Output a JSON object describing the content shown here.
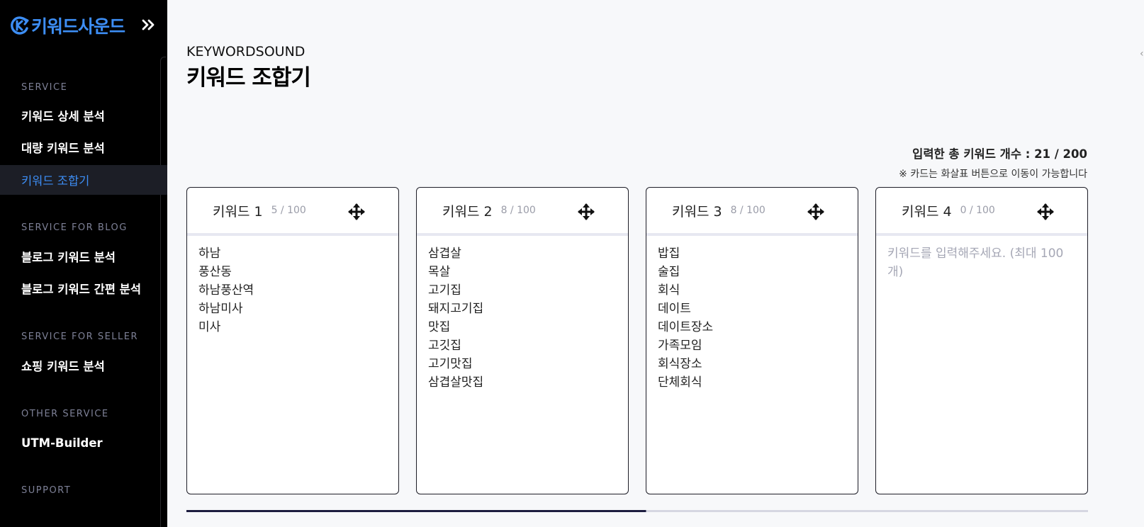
{
  "sidebar": {
    "logo_text": "키워드사운드",
    "sections": [
      {
        "label": "SERVICE"
      },
      {
        "label": "SERVICE FOR BLOG"
      },
      {
        "label": "SERVICE FOR SELLER"
      },
      {
        "label": "OTHER SERVICE"
      },
      {
        "label": "SUPPORT"
      }
    ],
    "items": [
      {
        "label": "키워드 상세 분석"
      },
      {
        "label": "대량 키워드 분석"
      },
      {
        "label": "키워드 조합기"
      },
      {
        "label": "블로그 키워드 분석"
      },
      {
        "label": "블로그 키워드 간편 분석"
      },
      {
        "label": "쇼핑 키워드 분석"
      },
      {
        "label": "UTM-Builder"
      }
    ],
    "active_item": "키워드 조합기"
  },
  "main": {
    "brand": "KEYWORDSOUND",
    "title": "키워드 조합기",
    "total_count": "입력한 총 키워드 개수 : 21 / 200",
    "move_hint": "※ 카드는 화살표 버튼으로 이동이 가능합니다"
  },
  "cards": [
    {
      "title": "키워드 1",
      "count": "5 / 100",
      "value": "하남\n풍산동\n하남풍산역\n하남미사\n미사",
      "placeholder": "키워드를 입력해주세요. (최대 100개)"
    },
    {
      "title": "키워드 2",
      "count": "8 / 100",
      "value": "삼겹살\n목살\n고기집\n돼지고기집\n맛집\n고깃집\n고기맛집\n삼겹살맛집",
      "placeholder": "키워드를 입력해주세요. (최대 100개)"
    },
    {
      "title": "키워드 3",
      "count": "8 / 100",
      "value": "밥집\n술집\n회식\n데이트\n데이트장소\n가족모임\n회식장소\n단체회식",
      "placeholder": "키워드를 입력해주세요. (최대 100개)"
    },
    {
      "title": "키워드 4",
      "count": "0 / 100",
      "value": "",
      "placeholder": "키워드를 입력해주세요. (최대 100개)"
    }
  ],
  "colors": {
    "accent": "#3d8ef5",
    "sidebar_bg": "#000000",
    "active_bg": "#1c1e26",
    "page_bg": "#f7f8fa"
  },
  "icons": {
    "logo": "refresh-k-icon",
    "collapse": "double-chevron-right-icon",
    "move": "move-arrows-icon"
  }
}
